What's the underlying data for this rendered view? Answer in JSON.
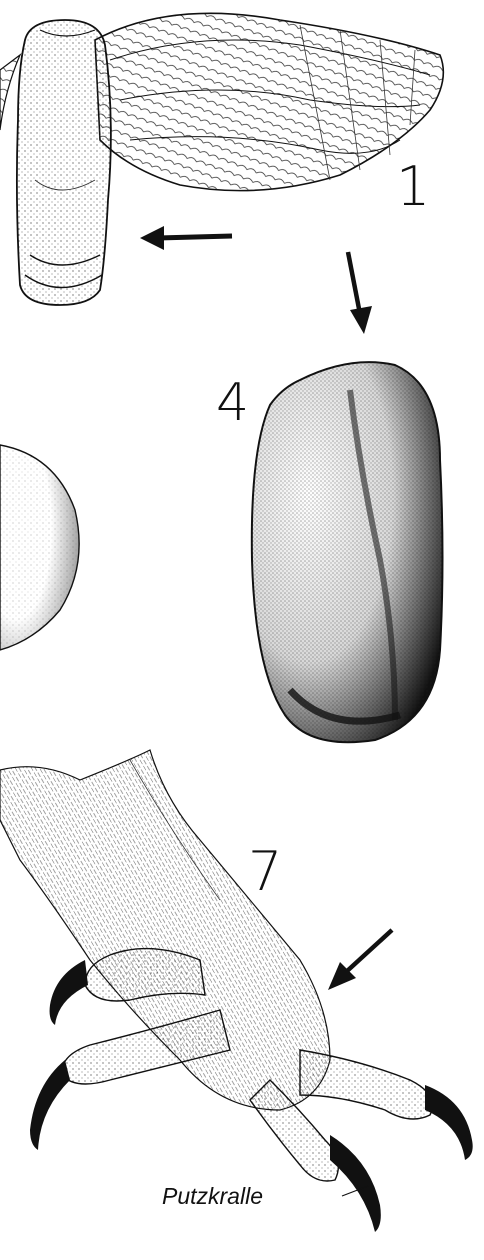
{
  "labels": {
    "fig1": "1",
    "fig4": "4",
    "fig7": "7",
    "claw": "Putzkralle"
  },
  "colors": {
    "ink": "#111111",
    "paper": "#ffffff"
  }
}
